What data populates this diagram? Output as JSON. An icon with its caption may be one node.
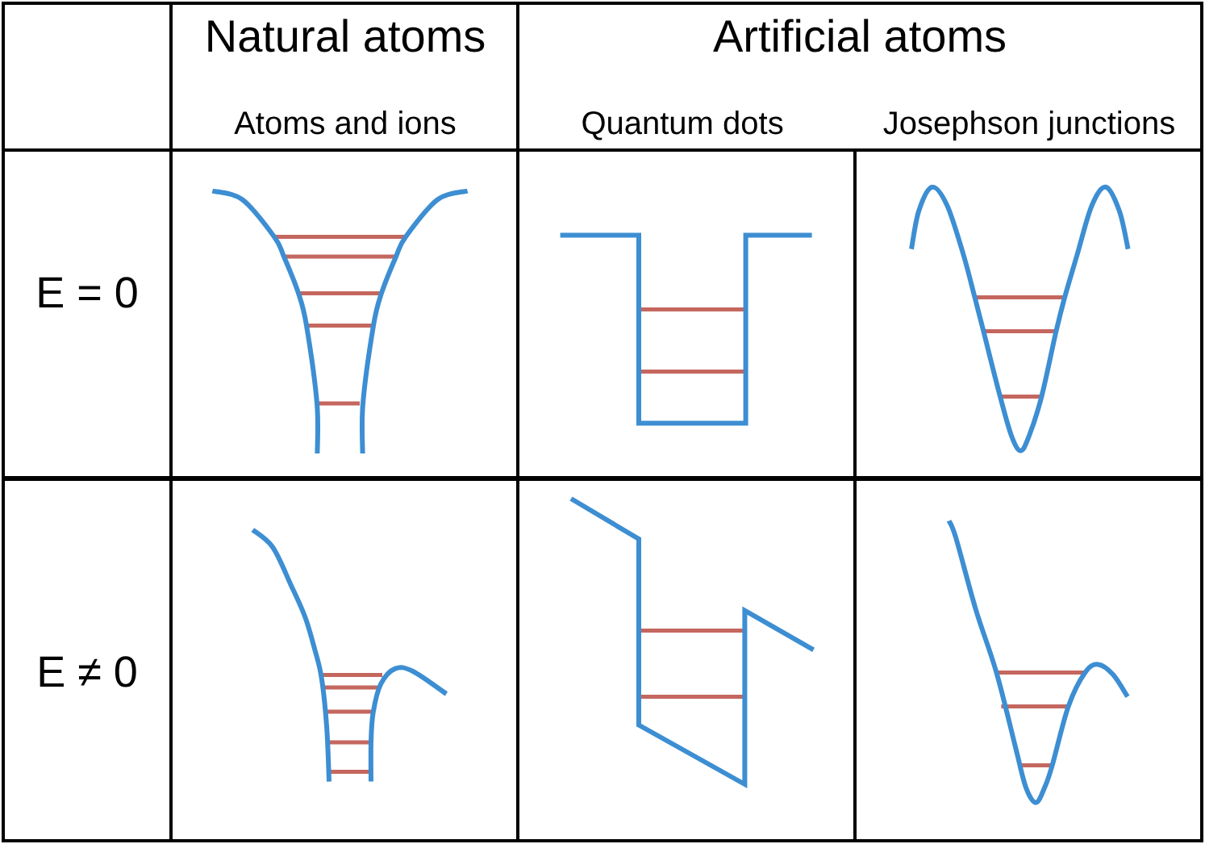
{
  "diagram": {
    "labels": [
      "Natural atoms",
      "Artificial atoms",
      "Atoms and ions",
      "Quantum dots",
      "Josephson junctions",
      "E = 0",
      "E ≠ 0"
    ]
  }
}
